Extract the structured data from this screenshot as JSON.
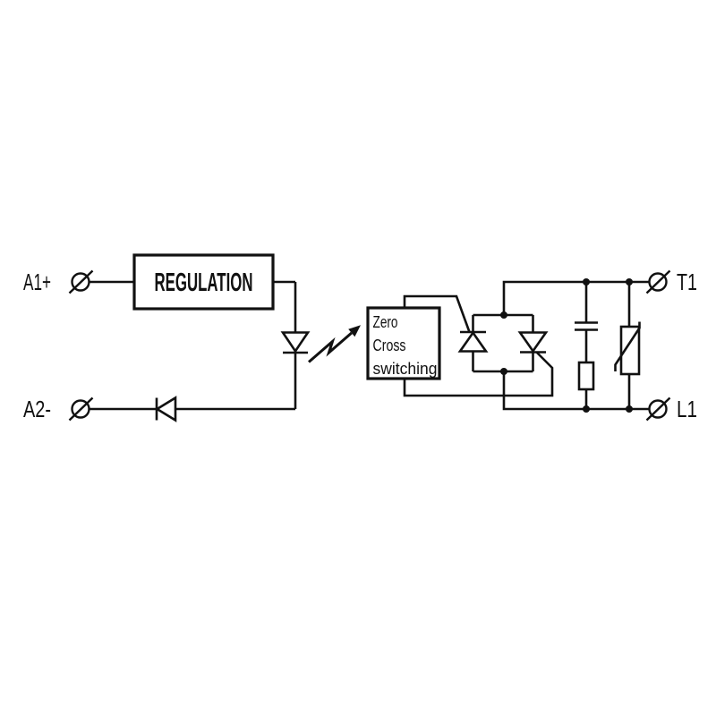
{
  "diagram": {
    "type": "circuit-schematic",
    "background_color": "#ffffff",
    "line_color": "#111111",
    "terminals": {
      "a1": {
        "label": "A1+"
      },
      "a2": {
        "label": "A2-"
      },
      "t1": {
        "label": "T1"
      },
      "l1": {
        "label": "L1"
      }
    },
    "blocks": {
      "regulation": {
        "label": "REGULATION"
      },
      "zero_cross": {
        "line1": "Zero",
        "line2": "Cross",
        "line3": "switching"
      }
    },
    "components": {
      "input_series_diode": "diode-icon",
      "optocoupler_led": "led-diode-icon",
      "optical_link": "zigzag-arrow-icon",
      "thyristor_conducting_up": "scr-icon",
      "thyristor_conducting_down": "scr-icon",
      "snubber_capacitor": "capacitor-icon",
      "snubber_resistor": "resistor-icon",
      "varistor": "varistor-icon"
    }
  }
}
